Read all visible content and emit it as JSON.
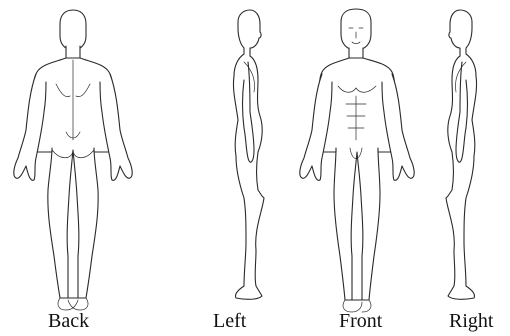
{
  "labels": {
    "back": "Back",
    "left": "Left",
    "front": "Front",
    "right": "Right"
  },
  "colors": {
    "outline": "#2a2a2a",
    "background": "#ffffff",
    "text": "#111111"
  }
}
